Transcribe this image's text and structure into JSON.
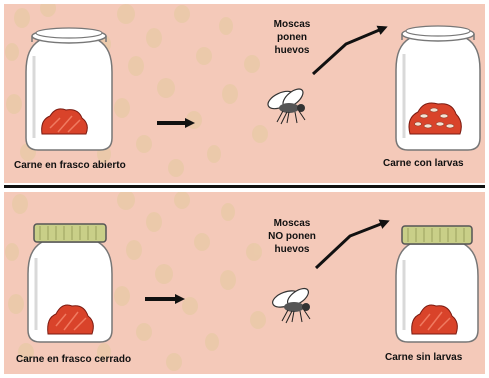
{
  "top_panel": {
    "left_caption": "Carne en frasco abierto",
    "fly_caption_lines": [
      "Moscas",
      "ponen",
      "huevos"
    ],
    "right_caption": "Carne con larvas"
  },
  "bottom_panel": {
    "left_caption": "Carne en frasco cerrado",
    "fly_caption_lines": [
      "Moscas",
      "NO ponen",
      "huevos"
    ],
    "right_caption": "Carne sin larvas"
  },
  "colors": {
    "background": "#f4c9b9",
    "dots": "#e5c6a4",
    "meat": "#d9432a",
    "lid": "#c9cf88",
    "ink": "#111111"
  },
  "icons": [
    "jar-icon",
    "meat-icon",
    "arrow-icon",
    "fly-icon",
    "larvae-icon",
    "lid-icon"
  ]
}
